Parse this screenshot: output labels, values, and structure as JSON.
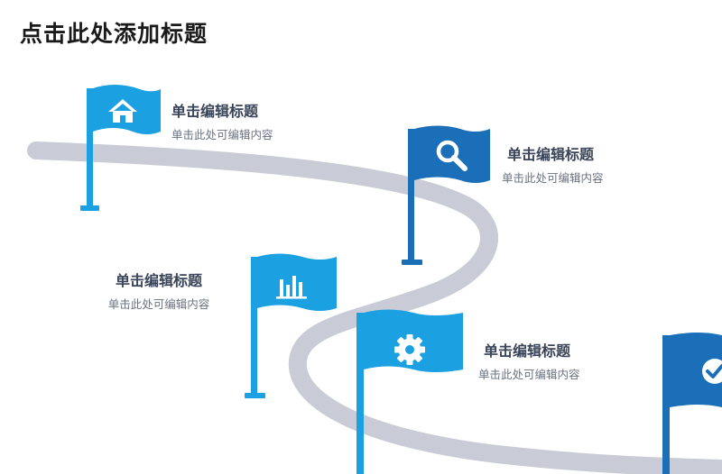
{
  "page": {
    "title": "点击此处添加标题"
  },
  "colors": {
    "light_blue": "#1ba0e2",
    "dark_blue": "#1a6fb8",
    "road": "#c9ccd6",
    "title_text": "#3a4458",
    "body_text": "#6a7180"
  },
  "milestones": [
    {
      "title": "单击编辑标题",
      "text": "单击此处可编辑内容",
      "icon": "home-icon",
      "color": "light_blue"
    },
    {
      "title": "单击编辑标题",
      "text": "单击此处可编辑内容",
      "icon": "search-icon",
      "color": "dark_blue"
    },
    {
      "title": "单击编辑标题",
      "text": "单击此处可编辑内容",
      "icon": "bar-chart-icon",
      "color": "light_blue"
    },
    {
      "title": "单击编辑标题",
      "text": "单击此处可编辑内容",
      "icon": "gear-icon",
      "color": "light_blue"
    },
    {
      "icon": "check-circle-icon",
      "color": "dark_blue"
    }
  ]
}
